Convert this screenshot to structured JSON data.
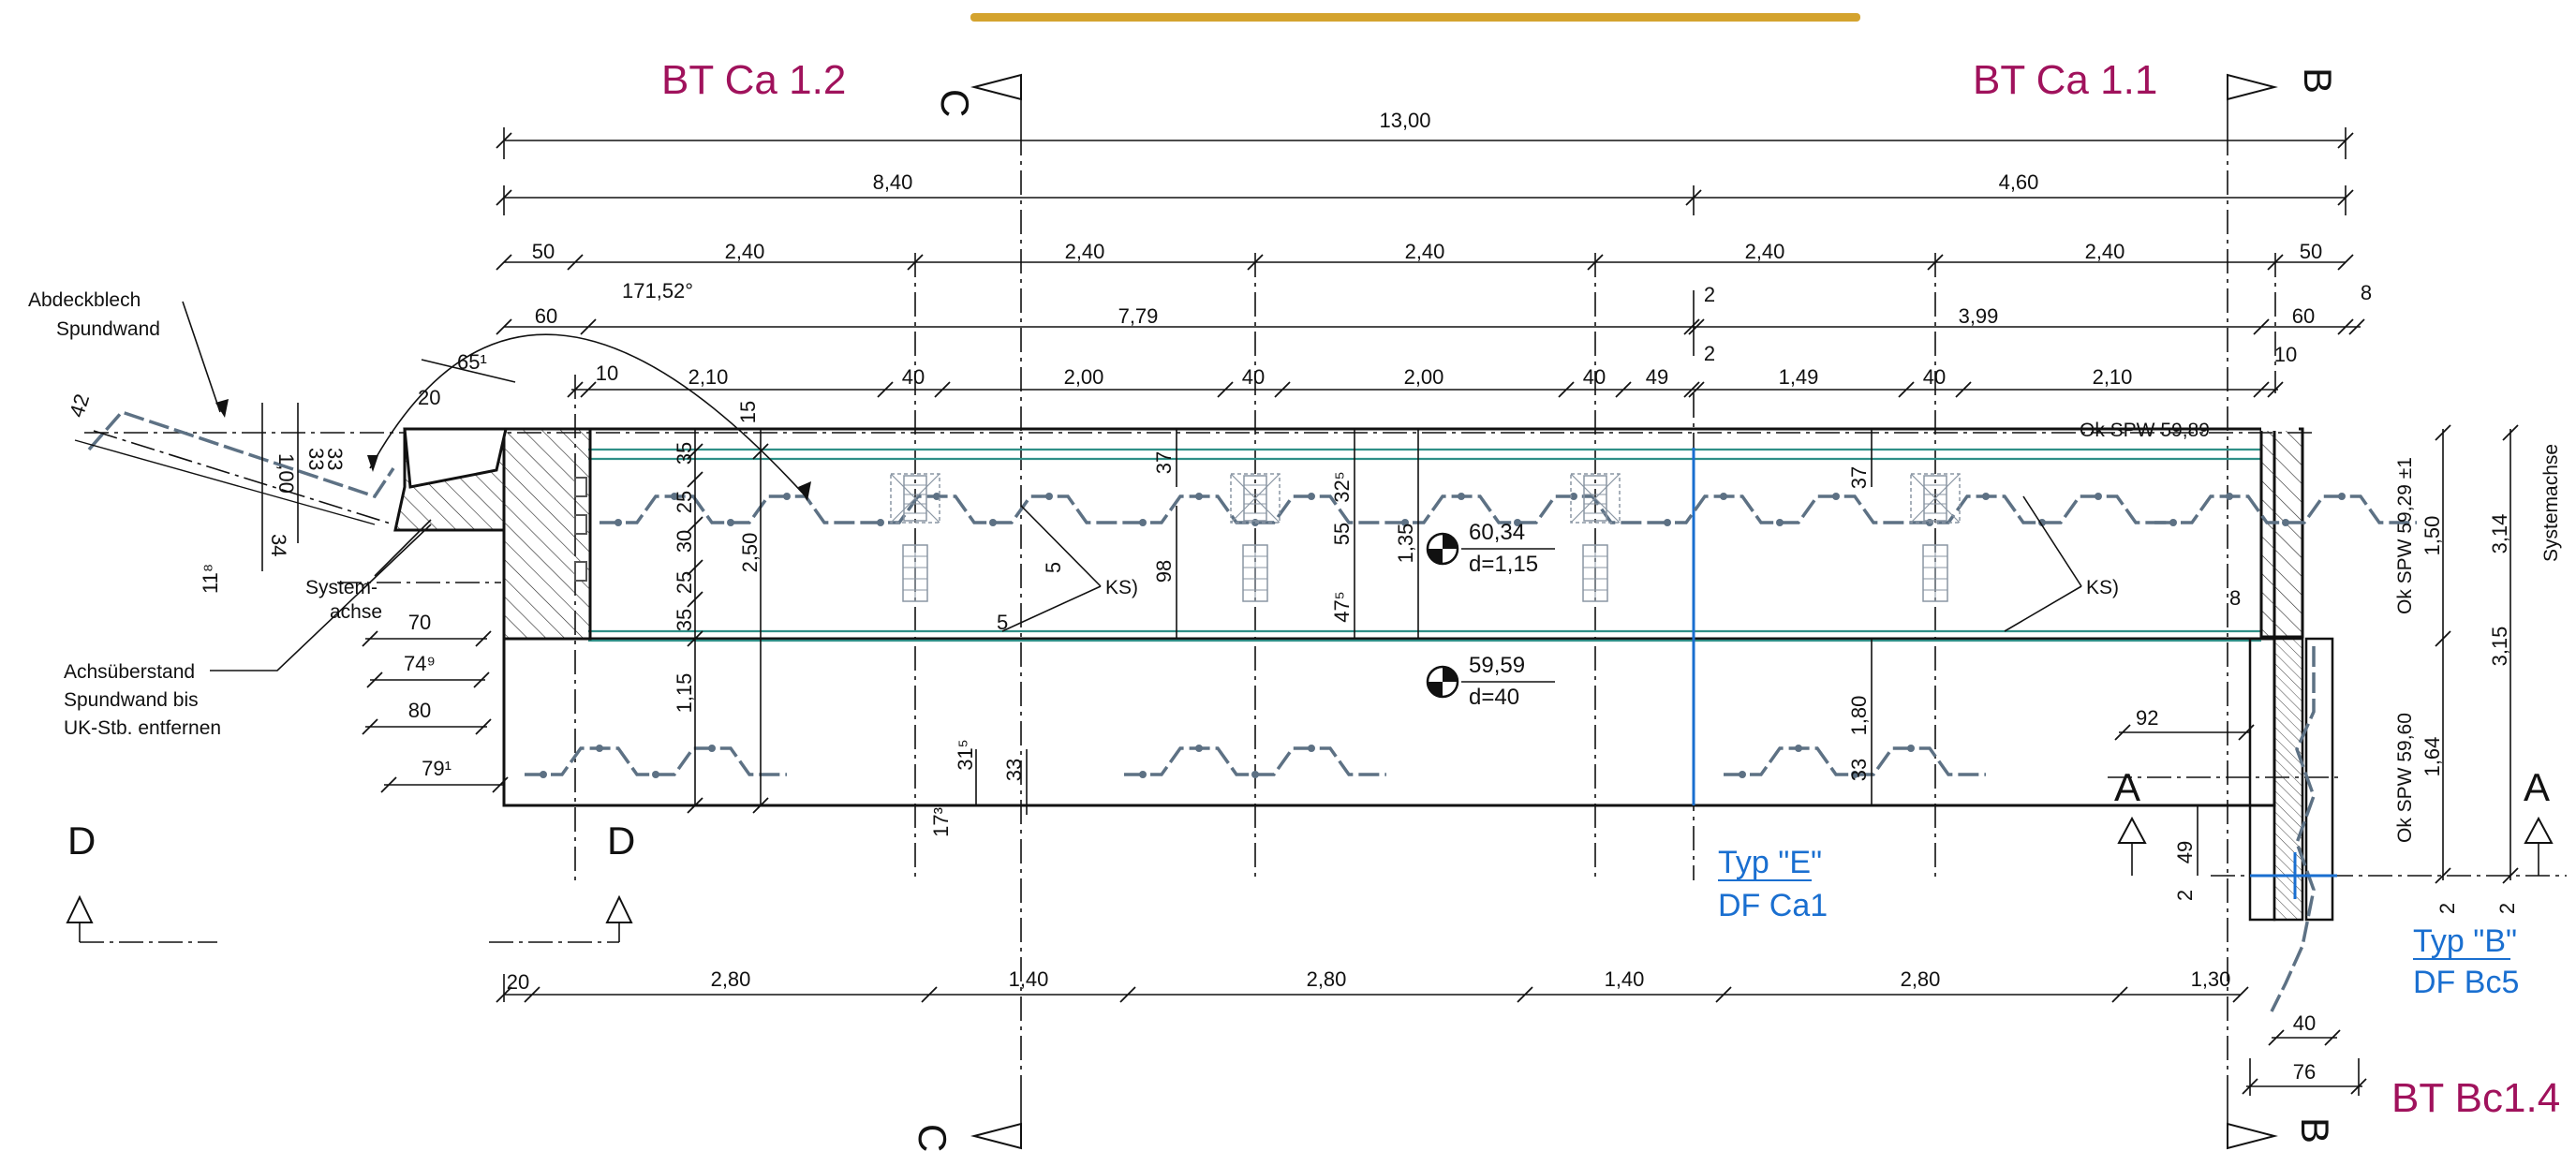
{
  "labels": {
    "bt_ca12": "BT  Ca 1.2",
    "bt_ca11": "BT  Ca 1.1",
    "bt_bc14": "BT  Bc1.4",
    "sec_c": "C",
    "sec_b": "B",
    "sec_a": "A",
    "sec_d": "D",
    "abdeckblech_1": "Abdeckblech",
    "abdeckblech_2": "Spundwand",
    "systemachse_1": "System-",
    "systemachse_2": "achse",
    "achs_1": "Achsüberstand",
    "achs_2": "Spundwand bis",
    "achs_3": "UK-Stb. entfernen",
    "angle": "171,52°",
    "ok_spw_top": "Ok SPW  59,89",
    "ok_spw_r1": "Ok SPW  59,29 ±1",
    "ok_spw_r2": "Ok SPW  59,60",
    "systemachse_r": "Systemachse",
    "ks_left": "KS)",
    "ks_right": "KS)",
    "level1": "60,34",
    "level1_d": "d=1,15",
    "level2": "59,59",
    "level2_d": "d=40",
    "typ_e": "Typ \"E\"",
    "df_ca1": "DF Ca1",
    "typ_b": "Typ \"B\"",
    "df_bc5": "DF Bc5"
  },
  "dims": {
    "d1300": "13,00",
    "d840": "8,40",
    "d460": "4,60",
    "r3_50a": "50",
    "r3_240a": "2,40",
    "r3_240b": "2,40",
    "r3_240c": "2,40",
    "r3_240d": "2,40",
    "r3_240e": "2,40",
    "r3_50b": "50",
    "r4_60a": "60",
    "r4_779": "7,79",
    "r4_2": "2",
    "r4_399": "3,99",
    "r4_60b": "60",
    "r4_8": "8",
    "r5_10a": "10",
    "r5_210a": "2,10",
    "r5_40a": "40",
    "r5_200a": "2,00",
    "r5_40b": "40",
    "r5_200b": "2,00",
    "r5_40c": "40",
    "r5_49": "49",
    "r5_2": "2",
    "r5_149": "1,49",
    "r5_40d": "40",
    "r5_210b": "2,10",
    "r5_10b": "10",
    "b_20": "20",
    "b_280a": "2,80",
    "b_140a": "1,40",
    "b_280b": "2,80",
    "b_140b": "1,40",
    "b_280c": "2,80",
    "b_130": "1,30",
    "d_40": "40",
    "d_76": "76",
    "v_35a": "35",
    "v_25a": "25",
    "v_30": "30",
    "v_25b": "25",
    "v_35b": "35",
    "v_115": "1,15",
    "v_250": "2,50",
    "v_15": "15",
    "v_37a": "37",
    "v_98": "98",
    "v_325": "32⁵",
    "v_55": "55",
    "v_475": "47⁵",
    "v_135": "1,35",
    "v_37b": "37",
    "v_180": "1,80",
    "v_33b": "33",
    "v_315": "31⁵",
    "v_33a": "33",
    "v_173": "17³",
    "v_5a": "5",
    "v_5b": "5",
    "r_150": "1,50",
    "r_164": "1,64",
    "r_314": "3,14",
    "r_315": "3,15",
    "r_8": "8",
    "r_92": "92",
    "r_49": "49",
    "r_2a": "2",
    "r_2b": "2",
    "r_2c": "2",
    "l_65": "65¹",
    "l_20": "20",
    "l_42": "42",
    "l_100": "1,00",
    "l_33a": "33",
    "l_33b": "33",
    "l_34": "34",
    "l_118": "11⁸",
    "l_70": "70",
    "l_749": "74⁹",
    "l_80": "80",
    "l_791": "79¹"
  },
  "colors": {
    "banner": "#d4a32e",
    "building": "#a0125c",
    "typ": "#1a6fd0",
    "sheet_pile": "#5d7184",
    "waler": "#2f8f87"
  }
}
